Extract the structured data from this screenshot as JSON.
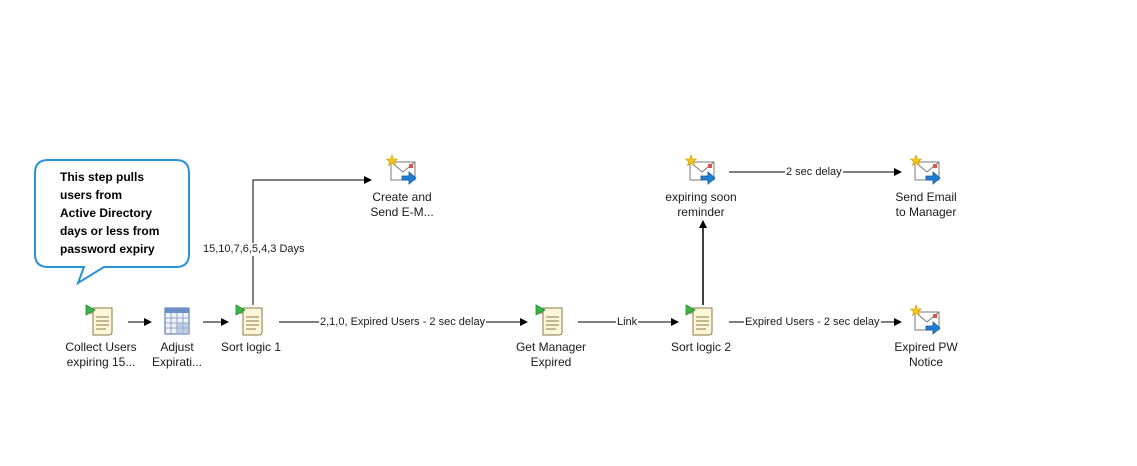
{
  "callout": {
    "lines": [
      "This step pulls",
      "users from",
      "Active Directory",
      "days or less from",
      "password expiry"
    ]
  },
  "nodes": {
    "collect_users": {
      "line1": "Collect Users",
      "line2": "expiring 15...",
      "icon": "script-icon"
    },
    "adjust_expiration": {
      "line1": "Adjust",
      "line2": "Expirati...",
      "icon": "calendar-grid-icon"
    },
    "sort_logic_1": {
      "line1": "Sort logic 1",
      "line2": "",
      "icon": "script-icon"
    },
    "create_and_send": {
      "line1": "Create and",
      "line2": "Send E-M...",
      "icon": "email-send-icon"
    },
    "get_manager_expired": {
      "line1": "Get Manager",
      "line2": "Expired",
      "icon": "script-icon"
    },
    "sort_logic_2": {
      "line1": "Sort logic 2",
      "line2": "",
      "icon": "script-icon"
    },
    "expiring_soon_reminder": {
      "line1": "expiring soon",
      "line2": "reminder",
      "icon": "email-send-icon"
    },
    "send_email_to_manager": {
      "line1": "Send Email",
      "line2": "to Manager",
      "icon": "email-send-icon"
    },
    "expired_pw_notice": {
      "line1": "Expired PW",
      "line2": "Notice",
      "icon": "email-send-icon"
    }
  },
  "edges": {
    "sort1_to_create": "15,10,7,6,5,4,3 Days",
    "sort1_to_getmanager": "2,1,0, Expired Users - 2 sec delay",
    "getmanager_to_sort2": "Link",
    "reminder_to_manager": "2 sec delay",
    "sort2_to_expired": "Expired Users -  2 sec delay"
  },
  "colors": {
    "callout_border": "#2a93d5",
    "line": "#000000",
    "script_green": "#3bb54a",
    "email_blue": "#1e7fd6",
    "star_yellow": "#f5c518"
  }
}
